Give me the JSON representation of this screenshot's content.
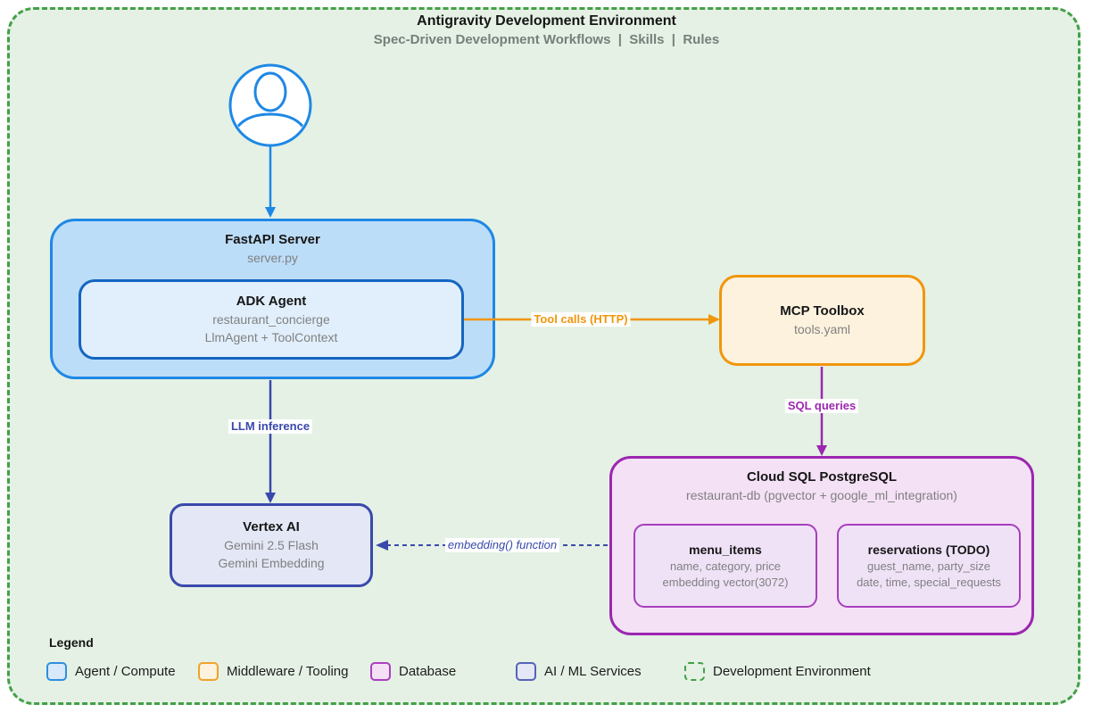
{
  "header": {
    "title": "Antigravity Development Environment",
    "subtitle": "Spec-Driven Development Workflows  |  Skills  |  Rules"
  },
  "nodes": {
    "user": {
      "icon": "user-icon"
    },
    "fastapi_server": {
      "title": "FastAPI Server",
      "subtitle": "server.py"
    },
    "adk_agent": {
      "title": "ADK Agent",
      "line1": "restaurant_concierge",
      "line2": "LlmAgent + ToolContext"
    },
    "mcp_toolbox": {
      "title": "MCP Toolbox",
      "subtitle": "tools.yaml"
    },
    "cloud_sql": {
      "title": "Cloud SQL PostgreSQL",
      "subtitle": "restaurant-db (pgvector + google_ml_integration)"
    },
    "menu_items_table": {
      "title": "menu_items",
      "line1": "name, category, price",
      "line2": "embedding vector(3072)"
    },
    "reservations_table": {
      "title": "reservations (TODO)",
      "line1": "guest_name, party_size",
      "line2": "date, time, special_requests"
    },
    "vertex_ai": {
      "title": "Vertex AI",
      "line1": "Gemini 2.5 Flash",
      "line2": "Gemini Embedding"
    }
  },
  "edges": {
    "tool_calls": {
      "label": "Tool calls (HTTP)",
      "color": "#F0960C"
    },
    "sql_queries": {
      "label": "SQL queries",
      "color": "#9C27B0"
    },
    "llm_inference": {
      "label": "LLM inference",
      "color": "#3949AB"
    },
    "embedding_function": {
      "label": "embedding() function",
      "color": "#3949AB"
    }
  },
  "legend": {
    "title": "Legend",
    "items": [
      {
        "label": "Agent / Compute",
        "fill": "#D7E9FA",
        "border": "#2E8FE0"
      },
      {
        "label": "Middleware / Tooling",
        "fill": "#FCF2DE",
        "border": "#F0A32A"
      },
      {
        "label": "Database",
        "fill": "#F4E1F5",
        "border": "#AB3FC0"
      },
      {
        "label": "AI / ML Services",
        "fill": "#E4E7F5",
        "border": "#5563B8"
      },
      {
        "label": "Development Environment",
        "fill": "transparent",
        "border": "#43A047",
        "style": "dashed"
      }
    ]
  },
  "colors": {
    "env_bg": "#E5F1E5",
    "env_border": "#43A047",
    "blue": "#1E88E5",
    "blue_fill": "#BCDDF8",
    "blue_dark": "#1565C0",
    "blue_light_fill": "#E1EFFC",
    "orange": "#F0960C",
    "orange_fill": "#FCF2DE",
    "purple": "#9C27B0",
    "purple_fill": "#F4E1F5",
    "purple_table_fill": "#EFE2F7",
    "indigo": "#3949AB",
    "indigo_fill": "#E4E7F5",
    "title_text": "#161616",
    "muted_text": "#808080"
  }
}
